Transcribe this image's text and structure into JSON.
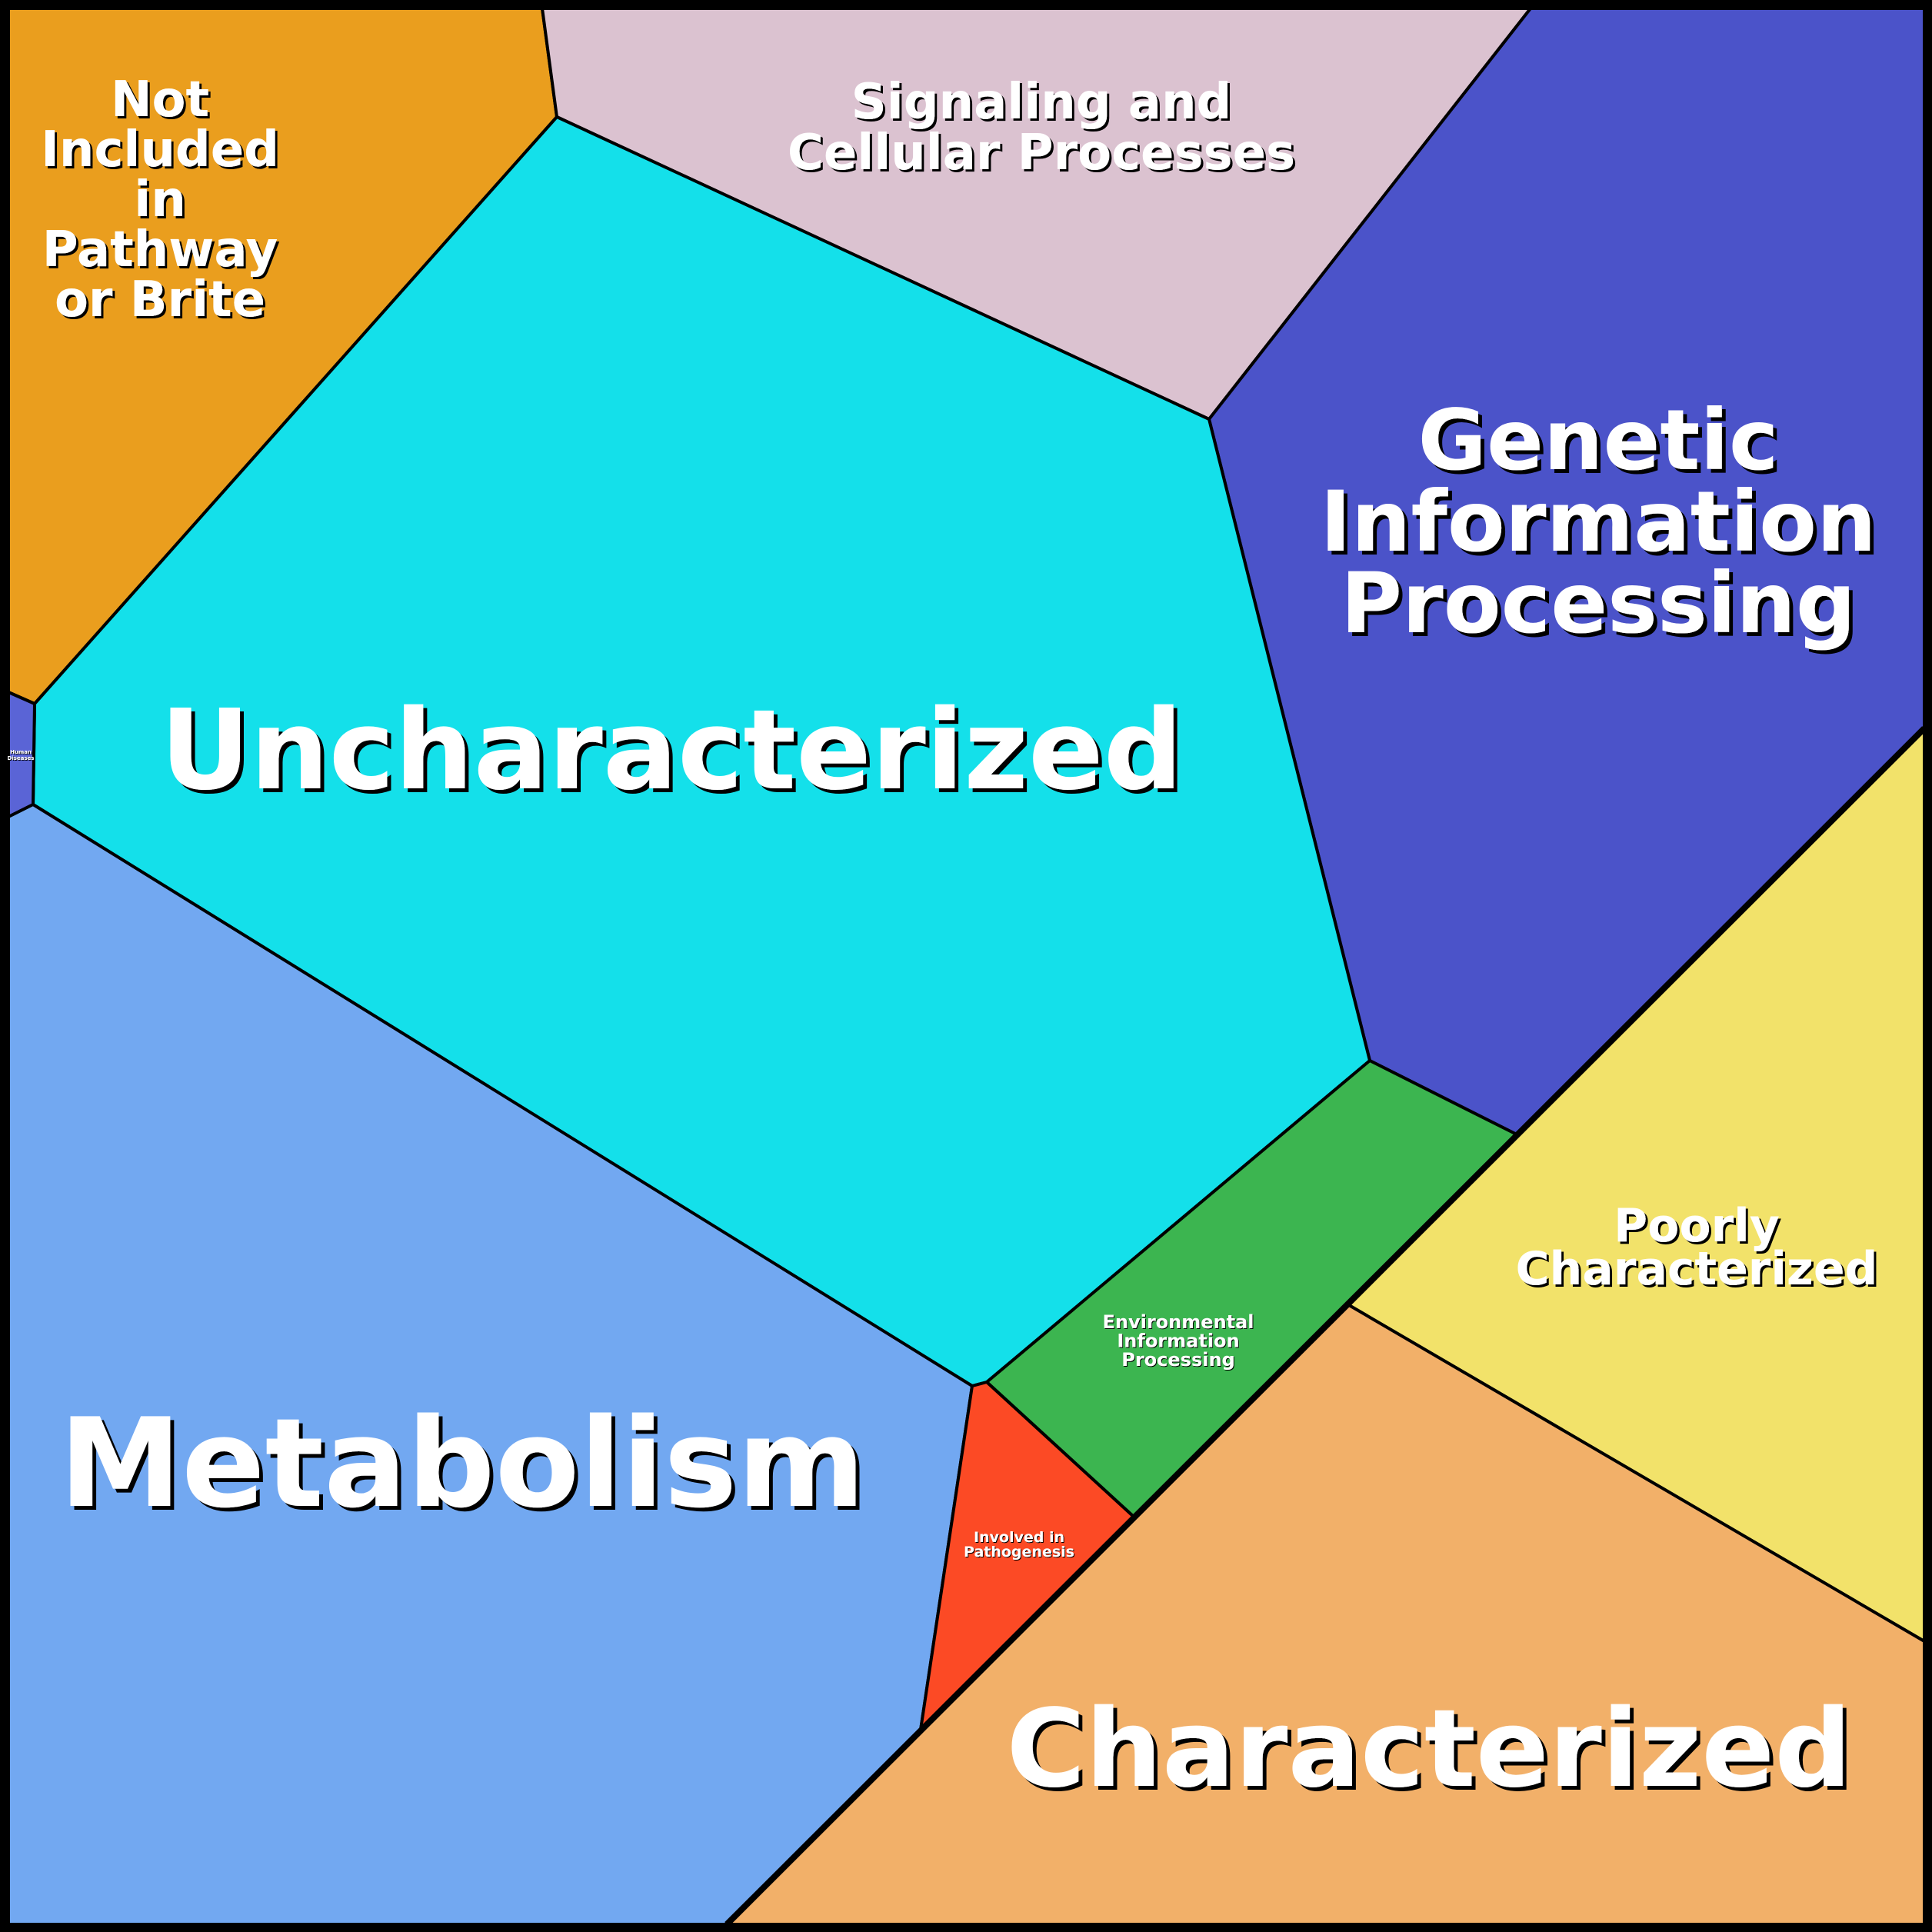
{
  "title": "Voronoi treemap of functional categories",
  "cells": {
    "not_included": {
      "label_lines": [
        "Not",
        "Included",
        "in",
        "Pathway",
        "or Brite"
      ],
      "color": "#EA9E1E"
    },
    "signaling": {
      "label_lines": [
        "Signaling and",
        "Cellular Processes"
      ],
      "color": "#DBC2D0"
    },
    "genetic": {
      "label_lines": [
        "Genetic",
        "Information",
        "Processing"
      ],
      "color": "#4B53C9"
    },
    "uncharacterized": {
      "label_lines": [
        "Uncharacterized"
      ],
      "color": "#14E0EA"
    },
    "human_diseases": {
      "label_lines": [
        "Human",
        "Diseases"
      ],
      "color": "#5A64D6"
    },
    "metabolism": {
      "label_lines": [
        "Metabolism"
      ],
      "color": "#72A8F1"
    },
    "environmental": {
      "label_lines": [
        "Environmental",
        "Information",
        "Processing"
      ],
      "color": "#3CB550"
    },
    "pathogenesis": {
      "label_lines": [
        "Involved in",
        "Pathogenesis"
      ],
      "color": "#FC4A25"
    },
    "poorly": {
      "label_lines": [
        "Poorly",
        "Characterized"
      ],
      "color": "#F2E26A"
    },
    "characterized": {
      "label_lines": [
        "Characterized"
      ],
      "color": "#F2B069"
    }
  }
}
